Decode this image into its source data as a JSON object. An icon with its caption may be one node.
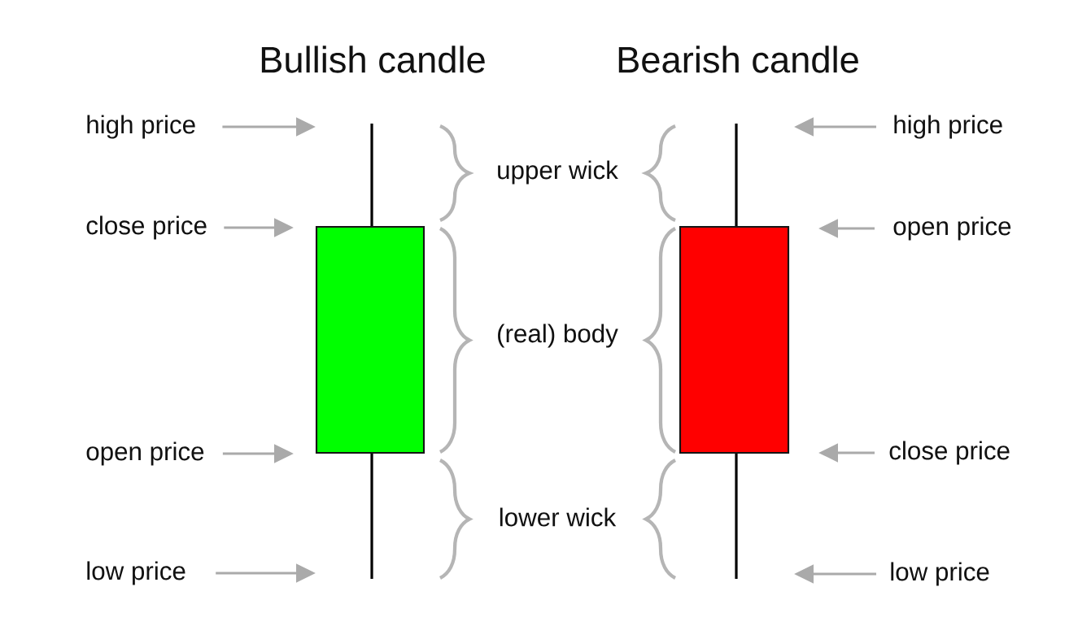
{
  "diagram": {
    "nodes": [
      {
        "text": [
          "high price"
        ]
      },
      {
        "text": [
          "high price"
        ]
      },
      {
        "text": [
          "close price"
        ]
      },
      {
        "text": [],
        "shape": "box"
      },
      {
        "text": [],
        "shape": "box"
      },
      {
        "text": [
          "open price"
        ]
      },
      {
        "text": [
          "open price"
        ]
      },
      {
        "text": [
          "close price"
        ]
      },
      {
        "text": [
          "low price"
        ]
      },
      {
        "text": [
          "low price"
        ]
      }
    ],
    "edges": [
      {
        "from": 0,
        "to": null,
        "arrow": "to"
      },
      {
        "from": 1,
        "to": null,
        "arrow": "to"
      },
      {
        "from": 2,
        "to": null,
        "arrow": "to"
      },
      {
        "from": 5,
        "to": null,
        "arrow": "to"
      },
      {
        "from": 6,
        "to": null,
        "arrow": "to"
      },
      {
        "from": 7,
        "to": null,
        "arrow": "to"
      },
      {
        "from": 8,
        "to": null,
        "arrow": "to"
      },
      {
        "from": 9,
        "to": null,
        "arrow": "to"
      }
    ],
    "labels": [
      "Bullish candle",
      "Bearish candle",
      "upper wick",
      "(real) body",
      "lower wick"
    ]
  }
}
